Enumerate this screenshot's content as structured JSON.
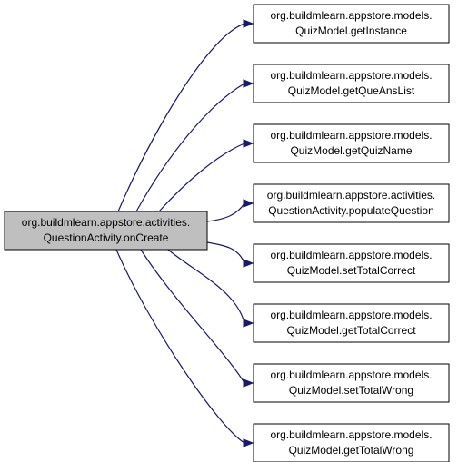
{
  "colors": {
    "source_fill": "#bfbfbf",
    "target_fill": "#ffffff",
    "edge": "#191970"
  },
  "source": {
    "line1": "org.buildmlearn.appstore.activities.",
    "line2": "QuestionActivity.onCreate"
  },
  "targets": [
    {
      "line1": "org.buildmlearn.appstore.models.",
      "line2": "QuizModel.getInstance"
    },
    {
      "line1": "org.buildmlearn.appstore.models.",
      "line2": "QuizModel.getQueAnsList"
    },
    {
      "line1": "org.buildmlearn.appstore.models.",
      "line2": "QuizModel.getQuizName"
    },
    {
      "line1": "org.buildmlearn.appstore.activities.",
      "line2": "QuestionActivity.populateQuestion"
    },
    {
      "line1": "org.buildmlearn.appstore.models.",
      "line2": "QuizModel.setTotalCorrect"
    },
    {
      "line1": "org.buildmlearn.appstore.models.",
      "line2": "QuizModel.getTotalCorrect"
    },
    {
      "line1": "org.buildmlearn.appstore.models.",
      "line2": "QuizModel.setTotalWrong"
    },
    {
      "line1": "org.buildmlearn.appstore.models.",
      "line2": "QuizModel.getTotalWrong"
    }
  ]
}
